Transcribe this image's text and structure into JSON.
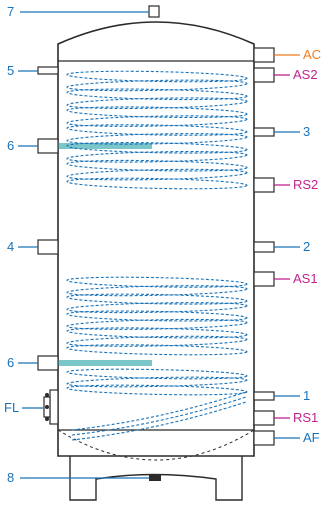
{
  "labels": {
    "n7": "7",
    "n5": "5",
    "n6a": "6",
    "n4": "4",
    "n6b": "6",
    "fl": "FL",
    "n8": "8",
    "ac": "AC",
    "as2": "AS2",
    "n3": "3",
    "rs2": "RS2",
    "n2": "2",
    "as1": "AS1",
    "n1": "1",
    "rs1": "RS1",
    "af": "AF"
  },
  "colors": {
    "blue": "#1a73b8",
    "orange": "#ee7d22",
    "magenta": "#c0248e",
    "teal": "#7bc6c8",
    "outline": "#2b2b2b",
    "fitting": "#ffffff"
  }
}
